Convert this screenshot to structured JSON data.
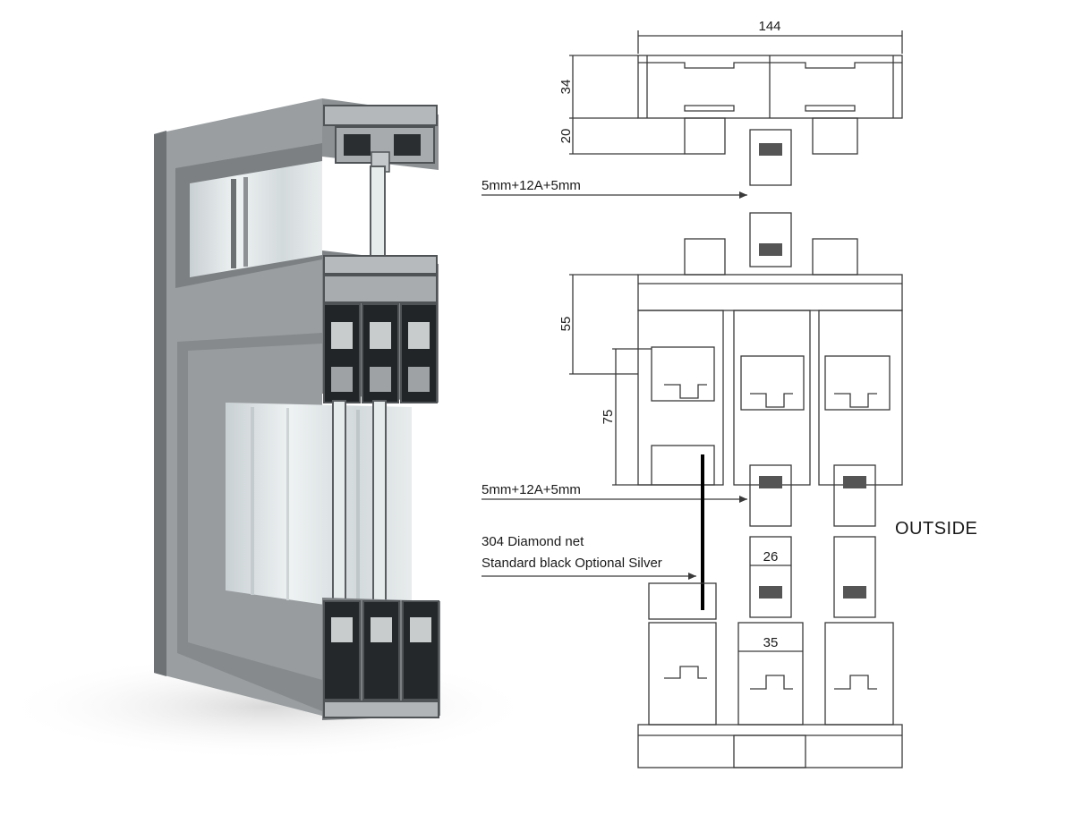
{
  "dimensions": {
    "width_total": "144",
    "frame_height": "34",
    "track_height": "20",
    "sash_height": "55",
    "sash_depth": "75",
    "glass_thickness": "26",
    "sash_width": "35"
  },
  "annotations": {
    "glass_top": "5mm+12A+5mm",
    "glass_mid": "5mm+12A+5mm",
    "net_line1": "304 Diamond net",
    "net_line2": "Standard black  Optional Silver",
    "outside_label": "OUTSIDE"
  },
  "colors": {
    "profile_light": "#b9bcbe",
    "profile_mid": "#8f9396",
    "profile_dark": "#5e6265",
    "glass": "#dfe6e8",
    "line": "#3a3a3a"
  }
}
